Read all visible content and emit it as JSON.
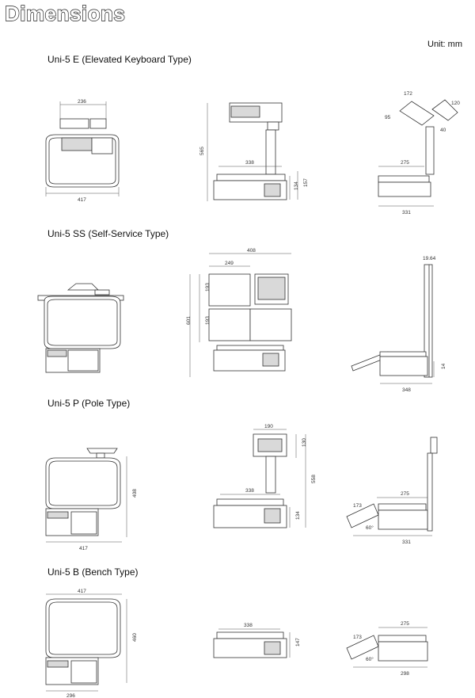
{
  "page": {
    "title": "Dimensions",
    "unit_label": "Unit: mm"
  },
  "sections": [
    {
      "title": "Uni-5 E (Elevated Keyboard Type)",
      "dims": {
        "top_width": "236",
        "top_overall": "417",
        "front_height": "565",
        "front_platter": "338",
        "front_base": "134",
        "front_base2": "157",
        "side_a": "172",
        "side_b": "120",
        "side_c": "95",
        "side_d": "40",
        "side_platter": "275",
        "side_depth": "331"
      }
    },
    {
      "title": "Uni-5 SS (Self-Service Type)",
      "dims": {
        "front_overall": "408",
        "front_panel": "249",
        "front_h1": "193",
        "front_h2": "193",
        "front_total": "601",
        "side_top": "19.64",
        "side_base": "14",
        "side_depth": "348"
      }
    },
    {
      "title": "Uni-5 P (Pole Type)",
      "dims": {
        "top_height": "408",
        "top_overall": "417",
        "front_display": "190",
        "front_disp_h": "130",
        "front_height": "558",
        "front_platter": "338",
        "front_base": "134",
        "side_kb": "173",
        "side_angle": "60°",
        "side_platter": "275",
        "side_depth": "331"
      }
    },
    {
      "title": "Uni-5 B (Bench Type)",
      "dims": {
        "top_overall": "417",
        "top_height": "460",
        "top_base": "296",
        "front_platter": "338",
        "front_height": "147",
        "side_kb": "173",
        "side_angle": "60°",
        "side_platter": "275",
        "side_depth": "298"
      }
    }
  ]
}
